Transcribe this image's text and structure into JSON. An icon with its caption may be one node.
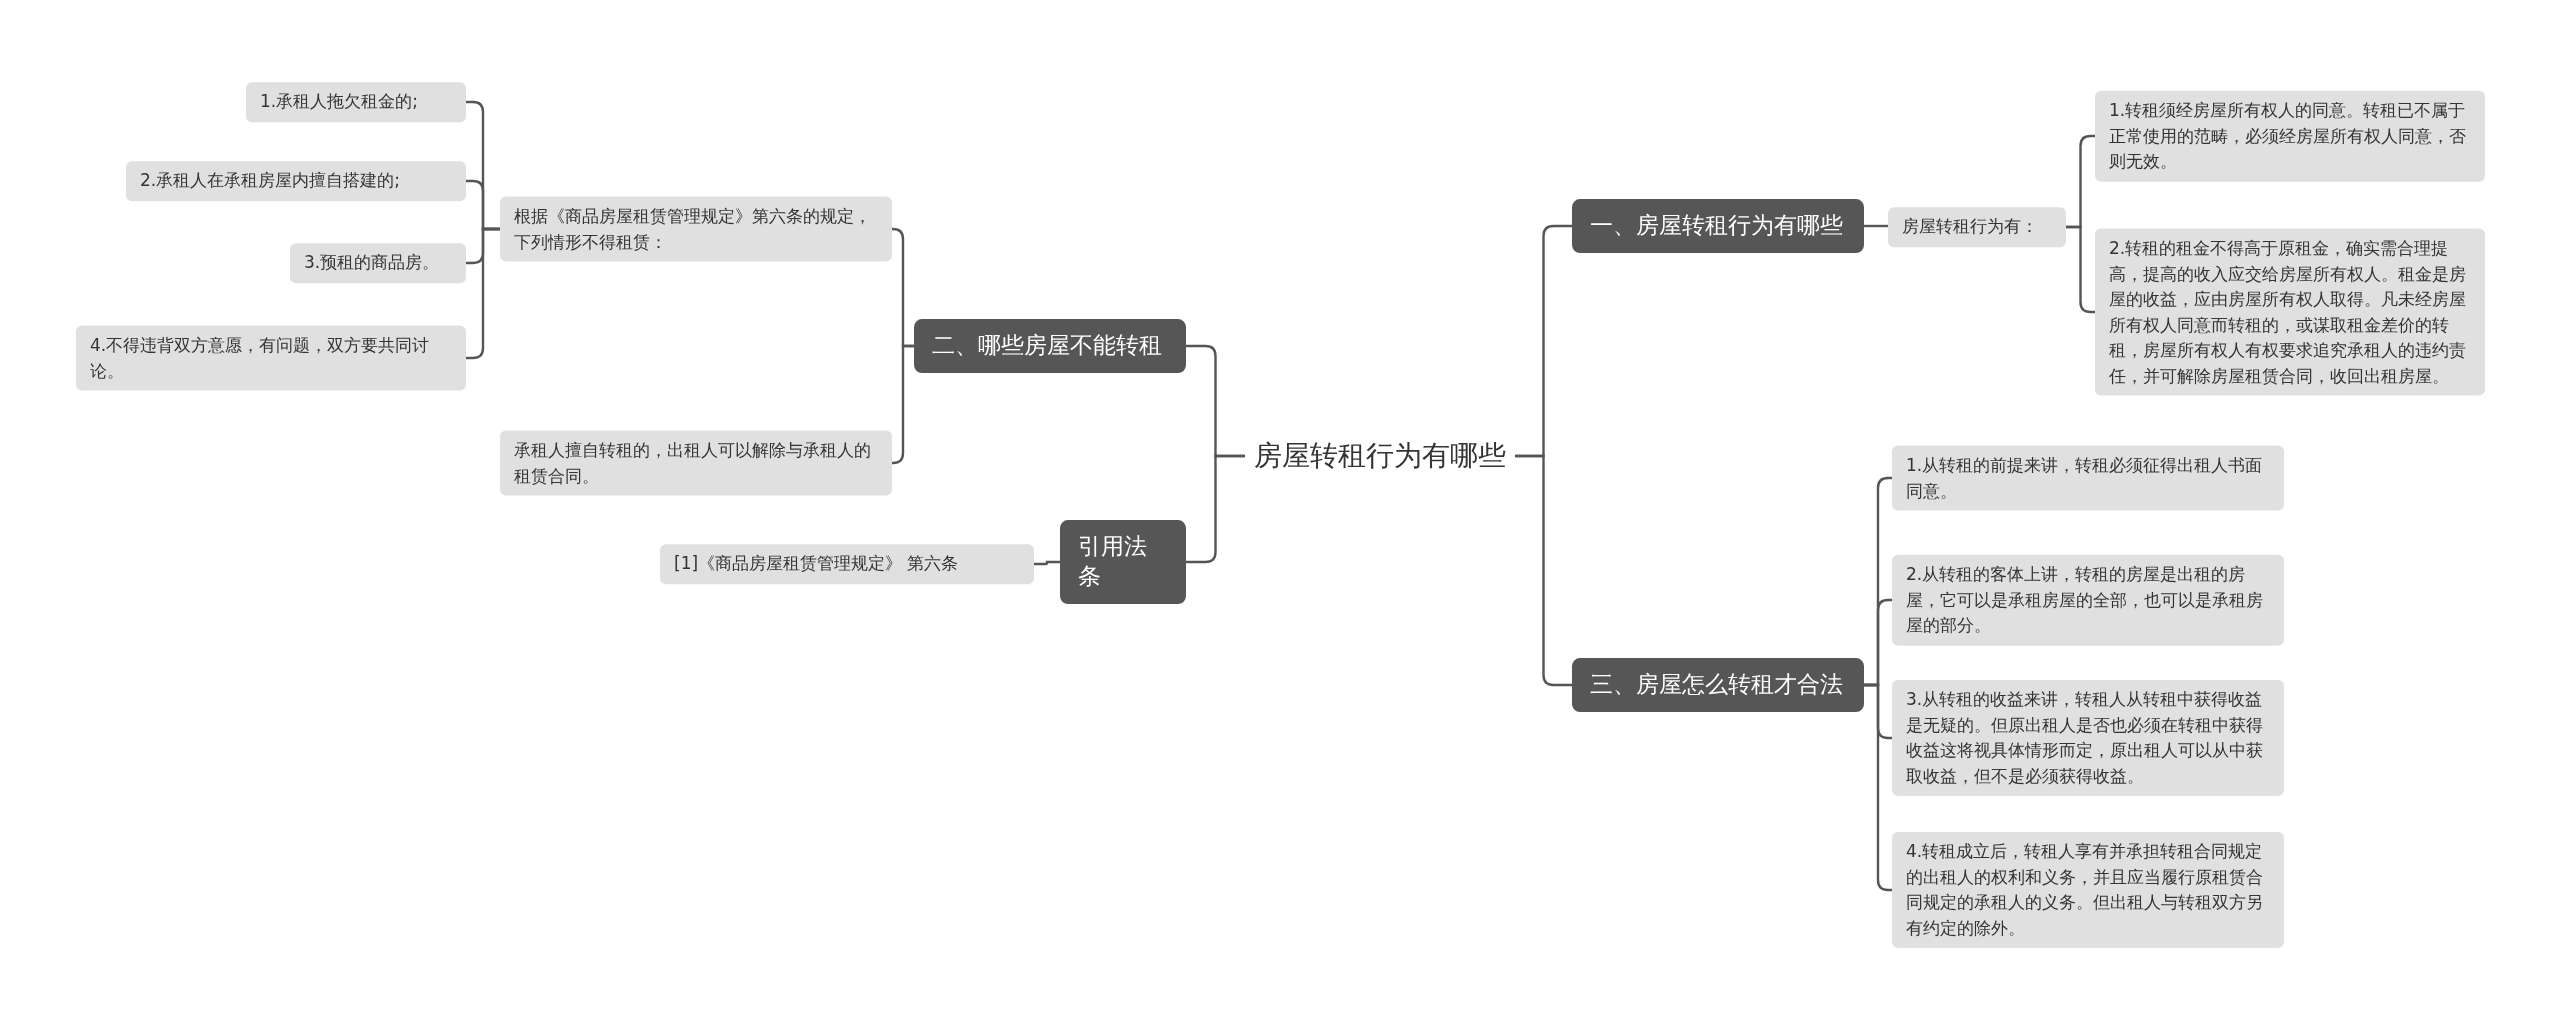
{
  "diagram": {
    "nodes": [
      {
        "text": [
          "房屋转租行为有哪些"
        ]
      },
      {
        "text": [
          "一、房屋转租行为有哪些"
        ]
      },
      {
        "text": [
          "房屋转租行为有："
        ]
      },
      {
        "text": [
          "1.转租须经房屋所有权人的同意。转租已不属于正常使用的范畴，必须经房屋所有权人同意，否则无效。"
        ]
      },
      {
        "text": [
          "2.转租的租金不得高于原租金，确实需合理提高，提高的收入应交给房屋所有权人。租金是房屋的收益，应由房屋所有权人取得。凡未经房屋所有权人同意而转租的，或谋取租金差价的转租，房屋所有权人有权要求追究承租人的违约责任，并可解除房屋租赁合同，收回出租房屋。"
        ]
      },
      {
        "text": [
          "三、房屋怎么转租才合法"
        ]
      },
      {
        "text": [
          "1.从转租的前提来讲，转租必须征得出租人书面同意。"
        ]
      },
      {
        "text": [
          "2.从转租的客体上讲，转租的房屋是出租的房屋，它可以是承租房屋的全部，也可以是承租房屋的部分。"
        ]
      },
      {
        "text": [
          "3.从转租的收益来讲，转租人从转租中获得收益是无疑的。但原出租人是否也必须在转租中获得收益这将视具体情形而定，原出租人可以从中获取收益，但不是必须获得收益。"
        ]
      },
      {
        "text": [
          "4.转租成立后，转租人享有并承担转租合同规定的出租人的权利和义务，并且应当履行原租赁合同规定的承租人的义务。但出租人与转租双方另有约定的除外。"
        ]
      },
      {
        "text": [
          "二、哪些房屋不能转租"
        ]
      },
      {
        "text": [
          "根据《商品房屋租赁管理规定》第六条的规定，下列情形不得租赁："
        ]
      },
      {
        "text": [
          "1.承租人拖欠租金的;"
        ]
      },
      {
        "text": [
          "2.承租人在承租房屋内擅自搭建的;"
        ]
      },
      {
        "text": [
          "3.预租的商品房。"
        ]
      },
      {
        "text": [
          "4.不得违背双方意愿，有问题，双方要共同讨论。"
        ]
      },
      {
        "text": [
          "承租人擅自转租的，出租人可以解除与承租人的租赁合同。"
        ]
      },
      {
        "text": [
          "引用法条"
        ]
      },
      {
        "text": [
          "[1]《商品房屋租赁管理规定》 第六条"
        ]
      }
    ],
    "edges": [
      {
        "from": 0,
        "to": 1,
        "arrow": "none"
      },
      {
        "from": 1,
        "to": 2,
        "arrow": "none"
      },
      {
        "from": 2,
        "to": 3,
        "arrow": "none"
      },
      {
        "from": 2,
        "to": 4,
        "arrow": "none"
      },
      {
        "from": 0,
        "to": 5,
        "arrow": "none"
      },
      {
        "from": 5,
        "to": 6,
        "arrow": "none"
      },
      {
        "from": 5,
        "to": 7,
        "arrow": "none"
      },
      {
        "from": 5,
        "to": 8,
        "arrow": "none"
      },
      {
        "from": 5,
        "to": 9,
        "arrow": "none"
      },
      {
        "from": 0,
        "to": 10,
        "arrow": "none"
      },
      {
        "from": 10,
        "to": 11,
        "arrow": "none"
      },
      {
        "from": 11,
        "to": 12,
        "arrow": "none"
      },
      {
        "from": 11,
        "to": 13,
        "arrow": "none"
      },
      {
        "from": 11,
        "to": 14,
        "arrow": "none"
      },
      {
        "from": 11,
        "to": 15,
        "arrow": "none"
      },
      {
        "from": 10,
        "to": 16,
        "arrow": "none"
      },
      {
        "from": 0,
        "to": 17,
        "arrow": "none"
      },
      {
        "from": 17,
        "to": 18,
        "arrow": "none"
      }
    ]
  }
}
